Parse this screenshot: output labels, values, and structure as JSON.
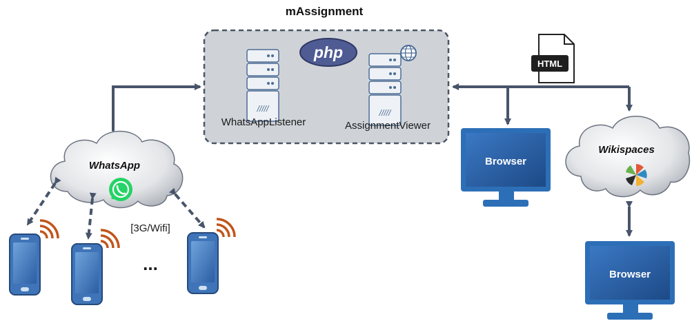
{
  "diagram": {
    "title": "mAssignment",
    "server_box": {
      "php_logo_text": "php",
      "listener_label": "WhatsAppListener",
      "viewer_label": "AssignmentViewer"
    },
    "html_doc_label": "HTML",
    "whatsapp_cloud_label": "WhatsApp",
    "wikispaces_cloud_label": "Wikispaces",
    "network_label": "[3G/Wifi]",
    "more_phones_label": "...",
    "browser_top_label": "Browser",
    "browser_bottom_label": "Browser"
  },
  "colors": {
    "server_box_fill": "#cfd3d8",
    "server_box_stroke": "#4b5563",
    "arrow": "#48546a",
    "monitor_frame": "#2d6fb7",
    "monitor_screen": "#1f4e8c",
    "phone_body": "#3f74b8",
    "signal": "#c0551b",
    "whatsapp_green": "#25d366",
    "php_blue": "#4f5b93"
  }
}
